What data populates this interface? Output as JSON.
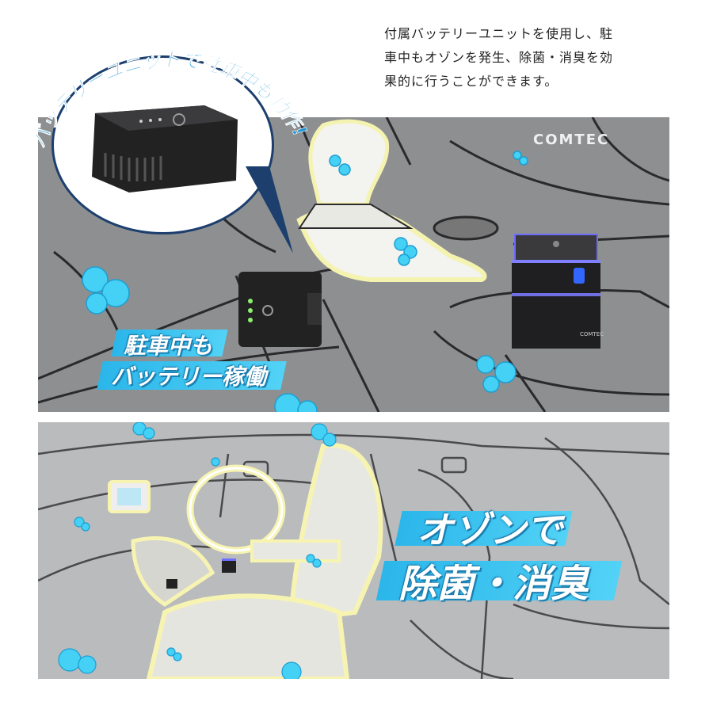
{
  "description": {
    "line1": "付属バッテリーユニットを使用し、駐",
    "line2": "車中もオゾンを発生、除菌・消臭を効",
    "line3": "果的に行うことができます。"
  },
  "arc_caption": "バッテリーユニットで駐車中も動作!",
  "brand_logo": "COMTEC",
  "device_brand_small": "COMTEC",
  "panel1_badge": {
    "line1": "駐車中も",
    "line2": "バッテリー稼働"
  },
  "panel2_badge": {
    "line1": "オゾンで",
    "line2": "除菌・消臭"
  },
  "colors": {
    "accent": "#2bb6ea",
    "ozone_bubble": "#45d0f5",
    "panel_dark": "#8e8f91",
    "panel_light": "#b9bbbd"
  }
}
